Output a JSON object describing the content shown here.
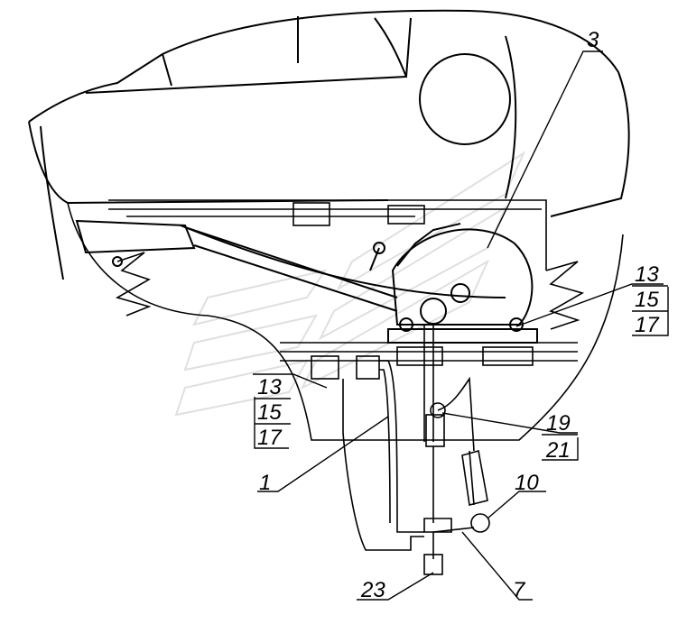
{
  "callouts": [
    {
      "id": "c3",
      "label": "3"
    },
    {
      "id": "c13r",
      "label": "13"
    },
    {
      "id": "c15r",
      "label": "15"
    },
    {
      "id": "c17r",
      "label": "17"
    },
    {
      "id": "c13l",
      "label": "13"
    },
    {
      "id": "c15l",
      "label": "15"
    },
    {
      "id": "c17l",
      "label": "17"
    },
    {
      "id": "c19",
      "label": "19"
    },
    {
      "id": "c21",
      "label": "21"
    },
    {
      "id": "c1",
      "label": "1"
    },
    {
      "id": "c10",
      "label": "10"
    },
    {
      "id": "c7",
      "label": "7"
    },
    {
      "id": "c23",
      "label": "23"
    }
  ]
}
